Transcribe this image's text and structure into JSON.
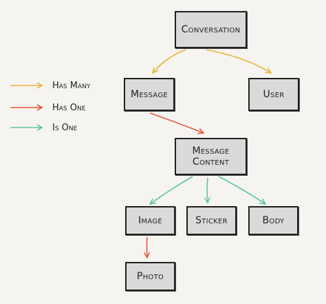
{
  "nodes": {
    "conversation": "Conversation",
    "message": "Message",
    "user": "User",
    "message_content_line1": "Message",
    "message_content_line2": "Content",
    "image": "Image",
    "sticker": "Sticker",
    "body": "Body",
    "photo": "Photo"
  },
  "legend": {
    "has_many": "Has Many",
    "has_one": "Has One",
    "is_one": "Is One"
  },
  "colors": {
    "has_many": "#e8b43a",
    "has_one": "#e2573d",
    "is_one": "#5cc79a",
    "node_fill": "#dadada",
    "node_border": "#1f1f1f"
  },
  "relations": [
    {
      "from": "conversation",
      "to": "message",
      "type": "has_many"
    },
    {
      "from": "conversation",
      "to": "user",
      "type": "has_many"
    },
    {
      "from": "message",
      "to": "message_content",
      "type": "has_one"
    },
    {
      "from": "message_content",
      "to": "image",
      "type": "is_one"
    },
    {
      "from": "message_content",
      "to": "sticker",
      "type": "is_one"
    },
    {
      "from": "message_content",
      "to": "body",
      "type": "is_one"
    },
    {
      "from": "image",
      "to": "photo",
      "type": "has_one"
    }
  ]
}
